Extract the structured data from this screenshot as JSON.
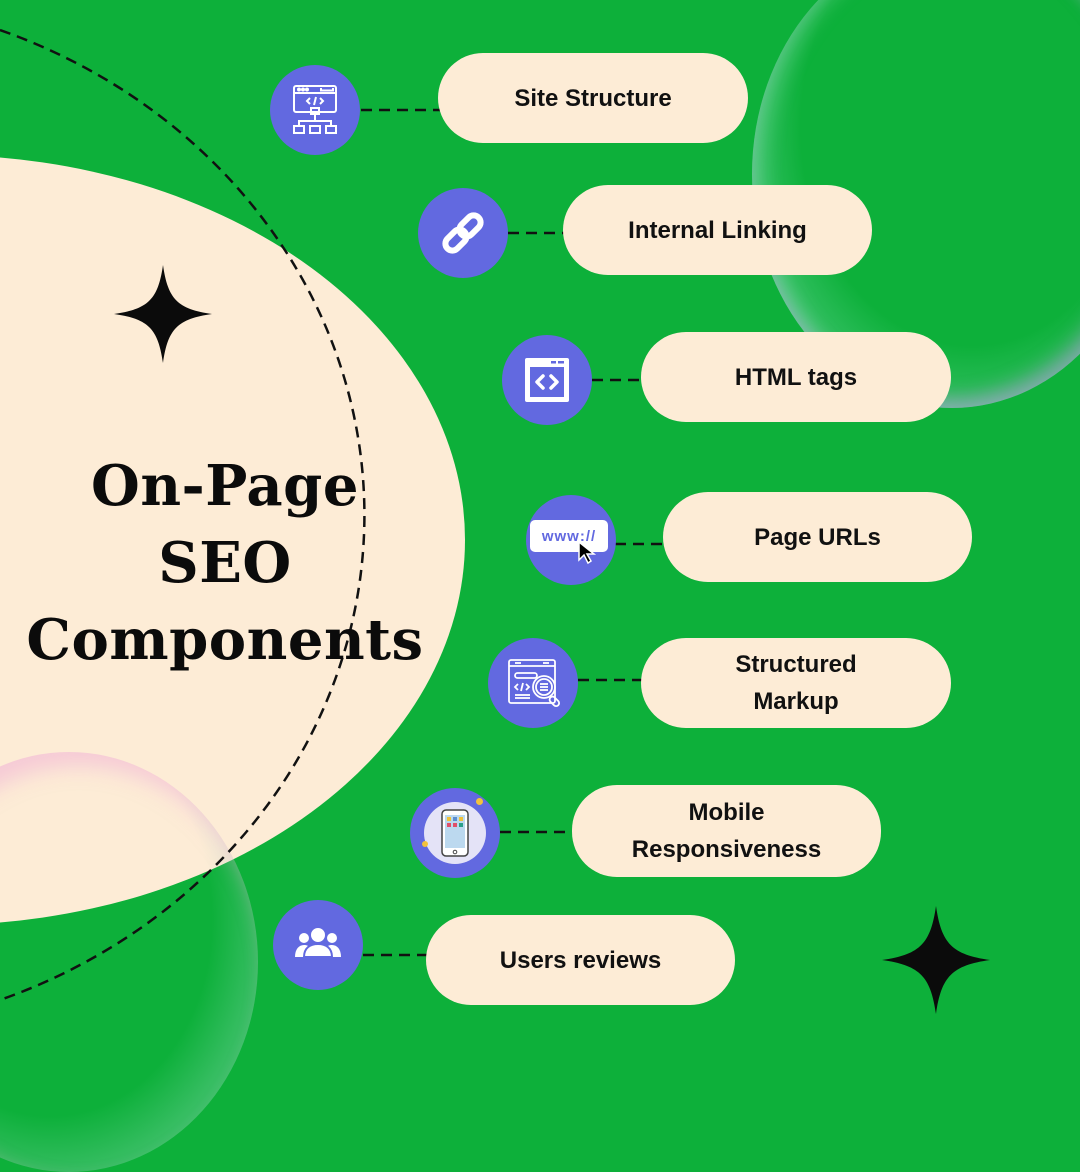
{
  "title": {
    "line1": "On-Page",
    "line2": "SEO",
    "line3": "Components"
  },
  "colors": {
    "background": "#0db03a",
    "cream": "#fdecd6",
    "icon_bg": "#6269e0",
    "text": "#111111"
  },
  "items": [
    {
      "label_line1": "Site Structure",
      "label_line2": "",
      "icon": "sitemap-icon"
    },
    {
      "label_line1": "Internal Linking",
      "label_line2": "",
      "icon": "link-icon"
    },
    {
      "label_line1": "HTML tags",
      "label_line2": "",
      "icon": "code-window-icon"
    },
    {
      "label_line1": "Page URLs",
      "label_line2": "",
      "icon": "www-url-icon"
    },
    {
      "label_line1": "Structured",
      "label_line2": "Markup",
      "icon": "code-search-icon"
    },
    {
      "label_line1": "Mobile",
      "label_line2": "Responsiveness",
      "icon": "smartphone-icon"
    },
    {
      "label_line1": "Users reviews",
      "label_line2": "",
      "icon": "users-group-icon"
    }
  ],
  "url_icon_text": "www://"
}
